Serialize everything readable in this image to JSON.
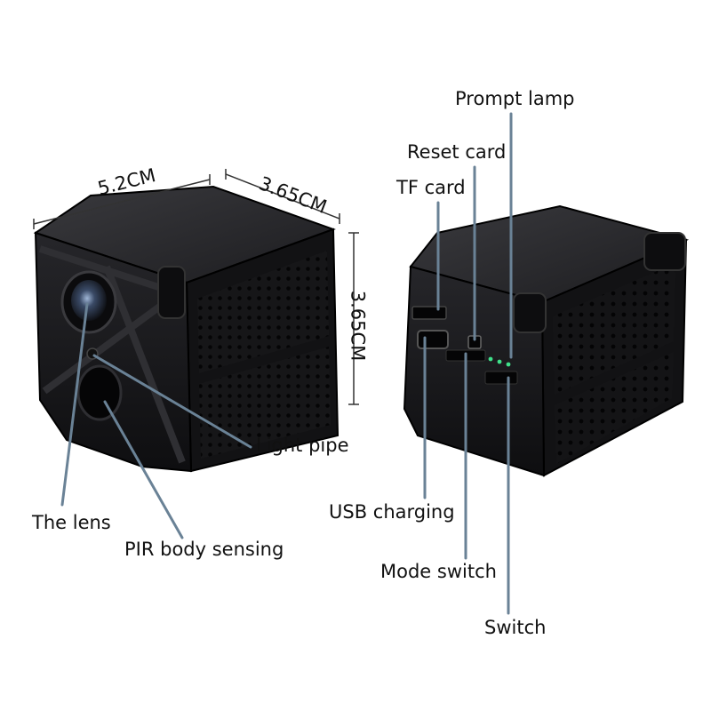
{
  "dimensions": {
    "width": "5.2CM",
    "depth": "3.65CM",
    "height": "3.65CM"
  },
  "labels": {
    "prompt_lamp": "Prompt lamp",
    "reset_card": "Reset card",
    "tf_card": "TF card",
    "light_pipe": "Light pipe",
    "the_lens": "The lens",
    "pir_body_sensing": "PIR body sensing",
    "usb_charging": "USB charging",
    "mode_switch": "Mode switch",
    "switch": "Switch"
  },
  "colors": {
    "background": "#ffffff",
    "body": "#1b1b1d",
    "body_top": "#2a2a2d",
    "leader_line": "#6a8296",
    "led": "#3fe08a"
  }
}
